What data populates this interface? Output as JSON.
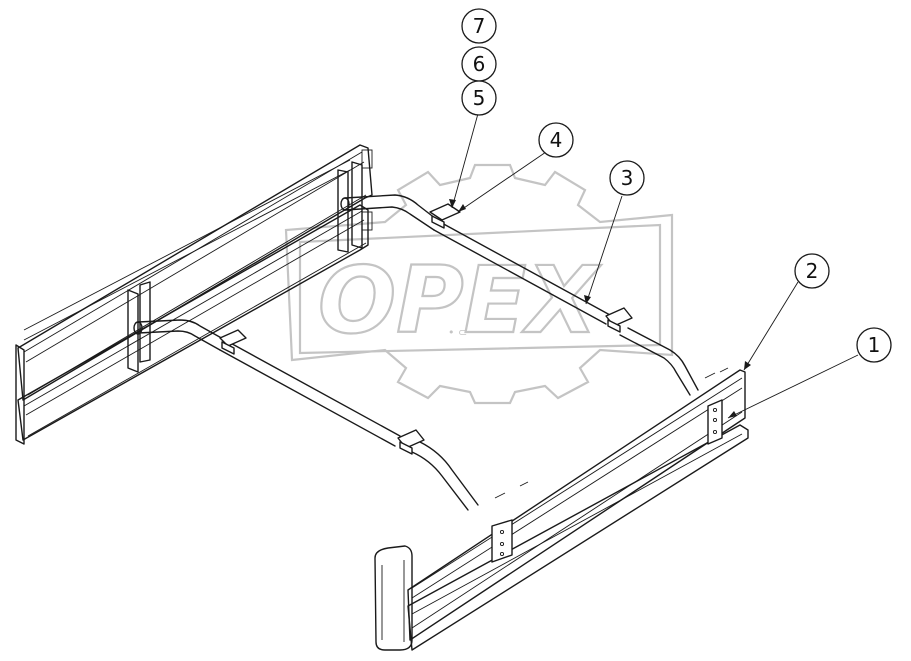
{
  "watermark": {
    "text": "OPEX",
    "color": "#c4c4c4",
    "icon": "gear-icon"
  },
  "callouts": [
    {
      "id": "7",
      "label": "7"
    },
    {
      "id": "6",
      "label": "6"
    },
    {
      "id": "5",
      "label": "5"
    },
    {
      "id": "4",
      "label": "4"
    },
    {
      "id": "3",
      "label": "3"
    },
    {
      "id": "2",
      "label": "2"
    },
    {
      "id": "1",
      "label": "1"
    }
  ],
  "line_color": "#1a1a1a"
}
